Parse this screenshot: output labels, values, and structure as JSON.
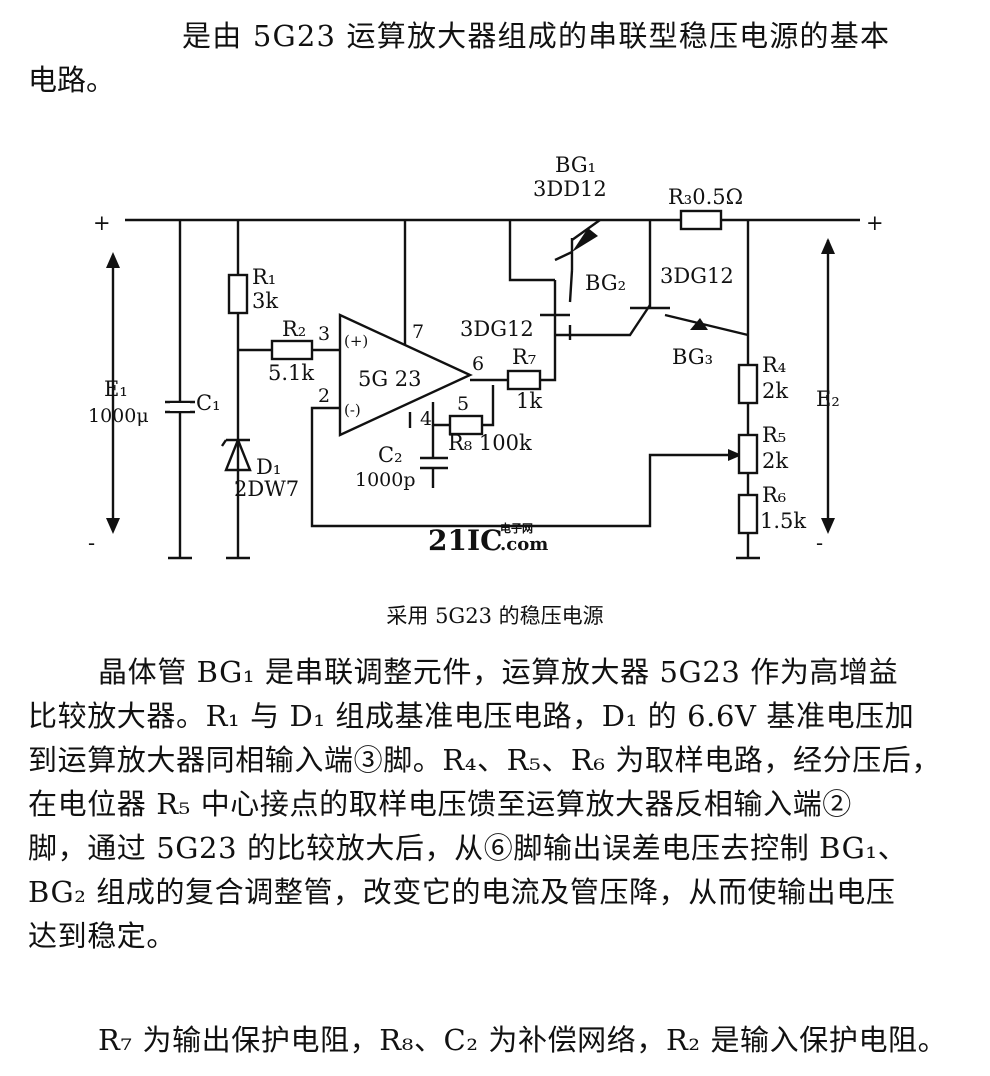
{
  "intro": {
    "line1": "是由 5G23 运算放大器组成的串联型稳压电源的基本",
    "line2": "电路。"
  },
  "circuit": {
    "bg1_label": "BG₁",
    "bg1_model": "3DD12",
    "r3_label": "R₃0.5Ω",
    "bg2_label": "BG₂",
    "bg3_model": "3DG12",
    "bg2_model": "3DG12",
    "bg3_label": "BG₃",
    "r1_label": "R₁",
    "r1_value": "3k",
    "r2_label": "R₂",
    "r2_value": "5.1k",
    "opamp_label": "5G 23",
    "pin3": "3",
    "pin7": "7",
    "pin6": "6",
    "pin2": "2",
    "pin4": "4",
    "pin5": "5",
    "plus_in": "(+)",
    "minus_in": "(-)",
    "r7_label": "R₇",
    "r7_value": "1k",
    "r8_label": "R₈ 100k",
    "c2_label": "C₂",
    "c2_value": "1000p",
    "e1_label": "E₁",
    "e1_value": "1000μ",
    "c1_label": "C₁",
    "d1_label": "D₁",
    "d1_model": "2DW7",
    "r4_label": "R₄",
    "r4_value": "2k",
    "r5_label": "R₅",
    "r5_value": "2k",
    "r6_label": "R₆",
    "r6_value": "1.5k",
    "e2_label": "E₂",
    "plus_left": "+",
    "minus_left": "-",
    "plus_right": "+",
    "minus_right": "-",
    "watermark_main": "21IC",
    "watermark_sub1": "电子网",
    "watermark_sub2": ".com"
  },
  "caption": "采用 5G23 的稳压电源",
  "body": {
    "line1": "晶体管 BG₁ 是串联调整元件，运算放大器 5G23 作为高增益",
    "line2": "比较放大器。R₁ 与 D₁ 组成基准电压电路，D₁ 的 6.6V 基准电压加",
    "line3": "到运算放大器同相输入端③脚。R₄、R₅、R₆ 为取样电路，经分压后，",
    "line4": "在电位器 R₅ 中心接点的取样电压馈至运算放大器反相输入端②",
    "line5": "脚，通过 5G23 的比较放大后，从⑥脚输出误差电压去控制 BG₁、",
    "line6": "BG₂ 组成的复合调整管，改变它的电流及管压降，从而使输出电压",
    "line7": "达到稳定。"
  },
  "footer": {
    "line1": "R₇ 为输出保护电阻，R₈、C₂ 为补偿网络，R₂ 是输入保护电阻。"
  },
  "colors": {
    "ink": "#111111",
    "watermark": "#e04a7c"
  }
}
